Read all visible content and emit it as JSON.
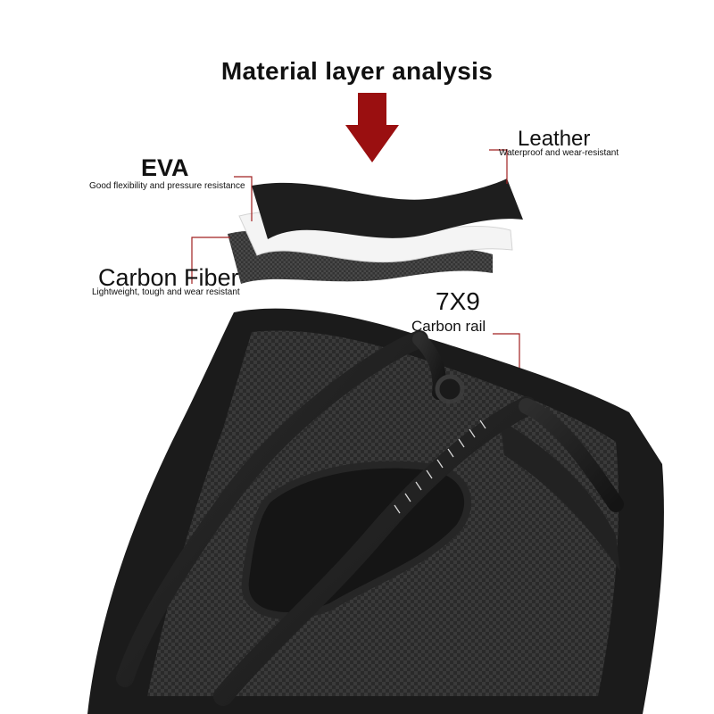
{
  "title": "Material layer analysis",
  "layers": {
    "eva": {
      "name": "EVA",
      "description": "Good flexibility and pressure resistance"
    },
    "leather": {
      "name": "Leather",
      "description": "Waterproof and wear-resistant"
    },
    "carbon_fiber": {
      "name": "Carbon Fiber",
      "description": "Lightweight, tough and wear resistant"
    }
  },
  "rail": {
    "spec": "7X9",
    "label": "Carbon rail"
  },
  "colors": {
    "arrow": "#9a0f10",
    "callout_line": "#a02020",
    "leather": "#1e1e1e",
    "eva": "#f2f2f2",
    "carbon": "#2c2c2c"
  }
}
